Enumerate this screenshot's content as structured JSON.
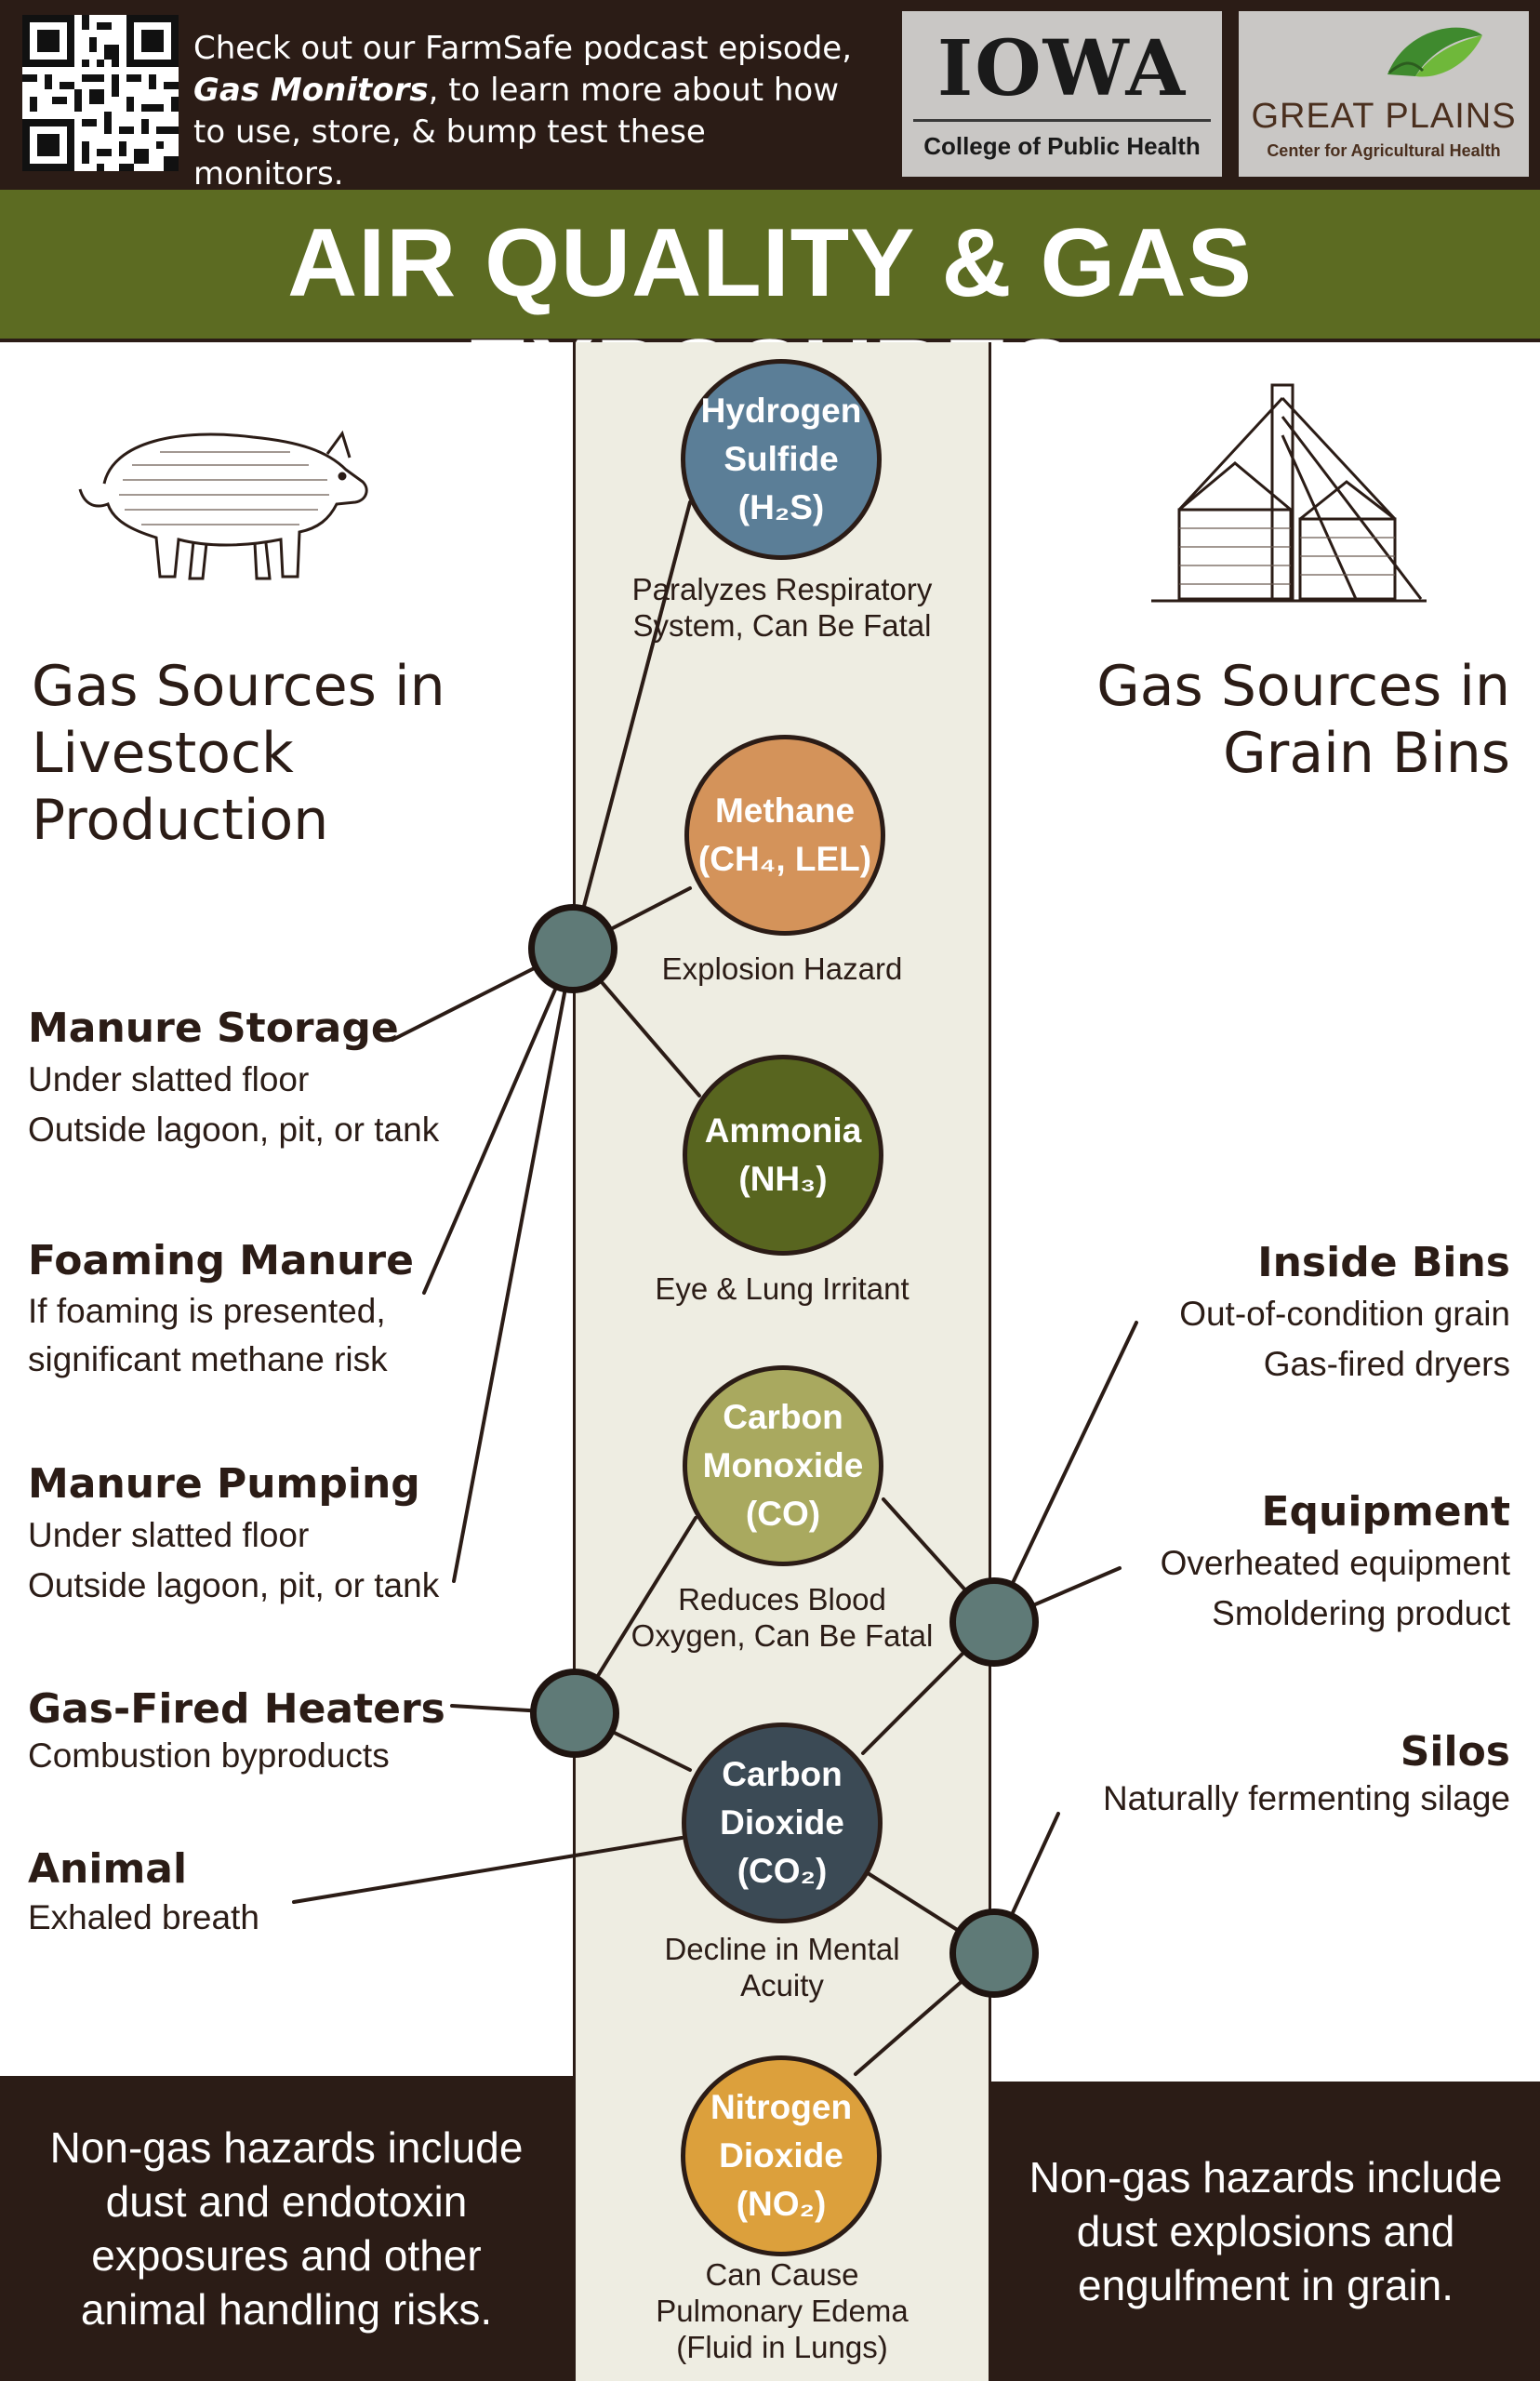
{
  "header": {
    "promo_before": "Check out our FarmSafe podcast episode,",
    "promo_episode": "Gas Monitors",
    "promo_after": ", to learn more about how to use, store, & bump test these monitors.",
    "iowa_logo_word": "IOWA",
    "iowa_logo_sub": "College of Public Health",
    "gp_logo_name": "GREAT PLAINS",
    "gp_logo_sub": "Center for Agricultural Health",
    "title": "AIR QUALITY & GAS EXPOSURES"
  },
  "left": {
    "title": "Gas Sources in Livestock Production",
    "sources": [
      {
        "name": "Manure Storage",
        "lines": [
          "Under slatted floor",
          "Outside lagoon, pit, or tank"
        ]
      },
      {
        "name": "Foaming Manure",
        "lines": [
          "If foaming is presented,",
          "significant methane risk"
        ]
      },
      {
        "name": "Manure Pumping",
        "lines": [
          "Under slatted floor",
          "Outside lagoon, pit, or tank"
        ]
      },
      {
        "name": "Gas-Fired Heaters",
        "lines": [
          "Combustion byproducts"
        ]
      },
      {
        "name": "Animal",
        "lines": [
          "Exhaled breath"
        ]
      }
    ],
    "bottom_note": "Non-gas hazards include dust and endotoxin exposures and other animal handling risks."
  },
  "right": {
    "title": "Gas Sources in Grain Bins",
    "sources": [
      {
        "name": "Inside Bins",
        "lines": [
          "Out-of-condition grain",
          "Gas-fired dryers"
        ]
      },
      {
        "name": "Equipment",
        "lines": [
          "Overheated equipment",
          "Smoldering product"
        ]
      },
      {
        "name": "Silos",
        "lines": [
          "Naturally fermenting silage"
        ]
      }
    ],
    "bottom_note": "Non-gas hazards include dust explosions and engulfment in grain."
  },
  "gases": [
    {
      "name_line1": "Hydrogen",
      "name_line2": "Sulfide",
      "formula": "(H₂S)",
      "effect": "Paralyzes Respiratory System, Can Be Fatal",
      "color": "#5b7e97"
    },
    {
      "name_line1": "Methane",
      "name_line2": "",
      "formula": "(CH₄, LEL)",
      "effect": "Explosion Hazard",
      "color": "#d4935a"
    },
    {
      "name_line1": "Ammonia",
      "name_line2": "",
      "formula": "(NH₃)",
      "effect": "Eye & Lung Irritant",
      "color": "#58651f"
    },
    {
      "name_line1": "Carbon",
      "name_line2": "Monoxide",
      "formula": "(CO)",
      "effect": "Reduces Blood Oxygen, Can Be Fatal",
      "color": "#a9a95f"
    },
    {
      "name_line1": "Carbon",
      "name_line2": "Dioxide",
      "formula": "(CO₂)",
      "effect": "Decline in Mental Acuity",
      "color": "#3b4a55"
    },
    {
      "name_line1": "Nitrogen",
      "name_line2": "Dioxide",
      "formula": "(NO₂)",
      "effect": "Can Cause Pulmonary Edema (Fluid in Lungs)",
      "color": "#dca03c"
    }
  ],
  "illustrations": [
    "pig-illustration",
    "grain-bin-illustration",
    "qr-code"
  ],
  "colors": {
    "dark_brown": "#2b1c16",
    "olive": "#5c6b22",
    "center_bg": "#eeede2",
    "hub": "#5f7a77"
  }
}
